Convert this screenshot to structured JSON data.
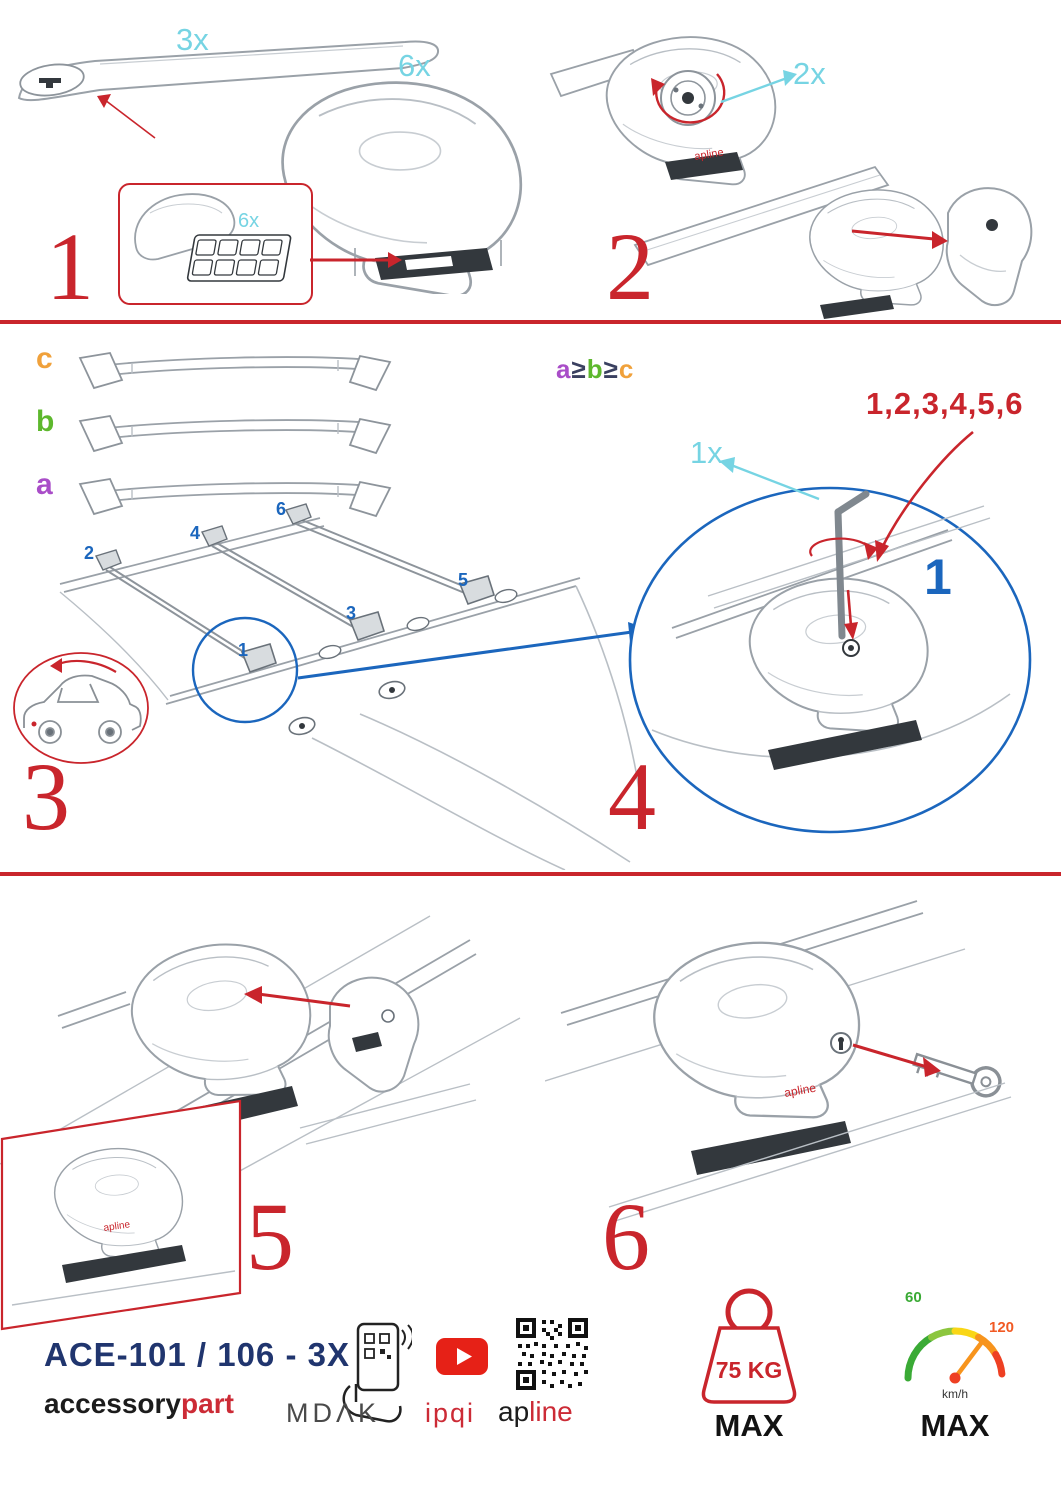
{
  "brand": "apline",
  "colors": {
    "red": "#c9252c",
    "cyan": "#76d4e3",
    "blue": "#1b66bd",
    "navy": "#20356e",
    "purple": "#a94dc8",
    "green": "#5db82d",
    "orange": "#f0a13b"
  },
  "icons": {
    "dial": "rotation-dial",
    "allen_key": "hex-key",
    "lock_key": "lock-and-key",
    "magnifier": "zoom-circle",
    "youtube": "play-button",
    "qr": "qr-code",
    "phone_scan": "hand-with-phone",
    "weight": "weight-kettlebell",
    "speedometer": "speed-gauge"
  },
  "step1": {
    "number": "1",
    "bar_qty": "3x",
    "foot_qty": "6x",
    "inset_qty": "6x"
  },
  "step2": {
    "number": "2",
    "dial_qty": "2x"
  },
  "step3": {
    "number": "3",
    "profile_labels": {
      "a": "a",
      "b": "b",
      "c": "c"
    },
    "rule": {
      "a": "a",
      "ge1": "≥",
      "b": "b",
      "ge2": "≥",
      "c": "c"
    },
    "positions": {
      "p1": "1",
      "p2": "2",
      "p3": "3",
      "p4": "4",
      "p5": "5",
      "p6": "6"
    }
  },
  "step4": {
    "number": "4",
    "key_qty": "1x",
    "tighten_order": "1,2,3,4,5,6",
    "order_first": "1"
  },
  "step5": {
    "number": "5"
  },
  "step6": {
    "number": "6"
  },
  "footer": {
    "model": "ACE-101 / 106 - 3X",
    "accessory": "accessory",
    "part": "part",
    "mdak": "MDΛK",
    "ipqi": "ipqi",
    "ap": "ap",
    "line": "line",
    "weight_value": "75 KG",
    "weight_max": "MAX",
    "speed_low": "60",
    "speed_high": "120",
    "speed_unit": "km/h",
    "speed_max": "MAX"
  }
}
